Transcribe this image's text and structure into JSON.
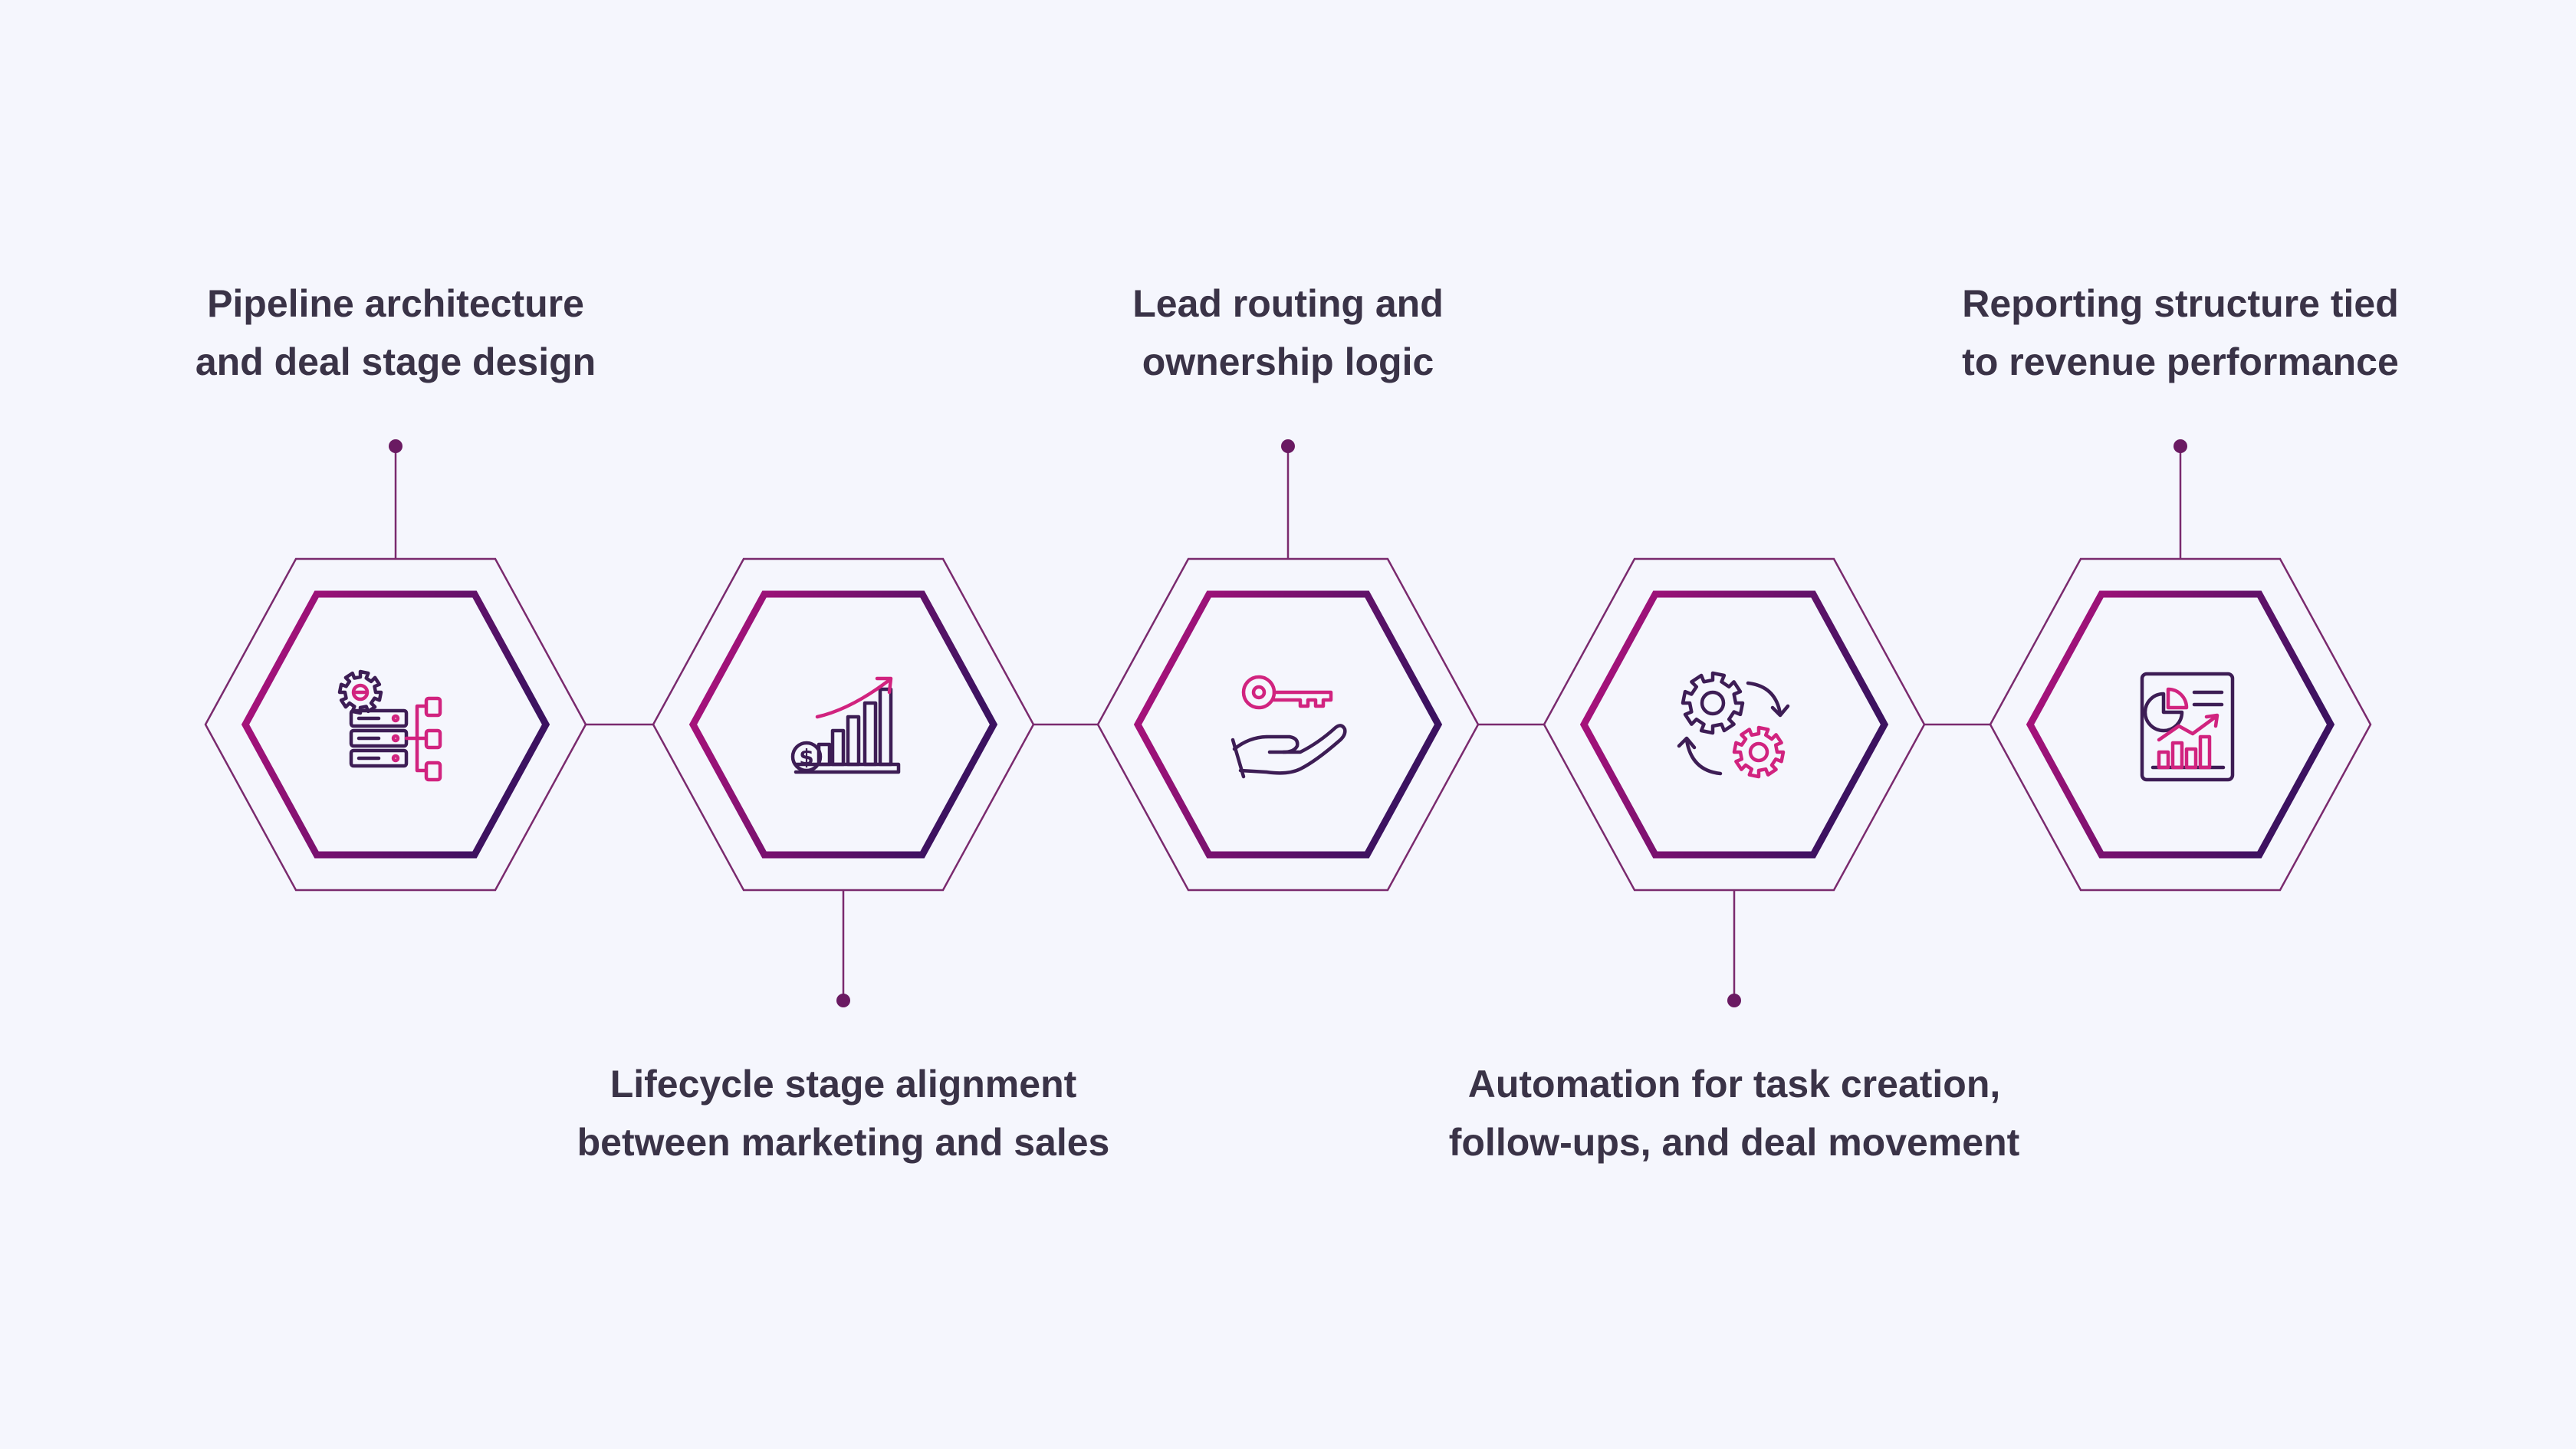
{
  "colors": {
    "background": "#f5f6fd",
    "outline": "#7a2a6e",
    "dot": "#6a1a62",
    "text": "#3a3347",
    "gradient_start": "#b5127e",
    "gradient_end": "#3c1260",
    "icon_dark": "#3d1d55",
    "icon_accent": "#d1237f"
  },
  "steps": [
    {
      "icon": "server-gear-flowchart-icon",
      "position": "top",
      "lines": [
        "Pipeline architecture",
        "and deal stage design"
      ]
    },
    {
      "icon": "growth-chart-dollar-icon",
      "position": "bottom",
      "lines": [
        "Lifecycle stage alignment",
        "between marketing and sales"
      ]
    },
    {
      "icon": "key-in-hand-icon",
      "position": "top",
      "lines": [
        "Lead routing and",
        "ownership logic"
      ]
    },
    {
      "icon": "gears-cycle-icon",
      "position": "bottom",
      "lines": [
        "Automation for task creation,",
        "follow-ups, and deal movement"
      ]
    },
    {
      "icon": "report-chart-icon",
      "position": "top",
      "lines": [
        "Reporting structure tied",
        "to revenue performance"
      ]
    }
  ]
}
